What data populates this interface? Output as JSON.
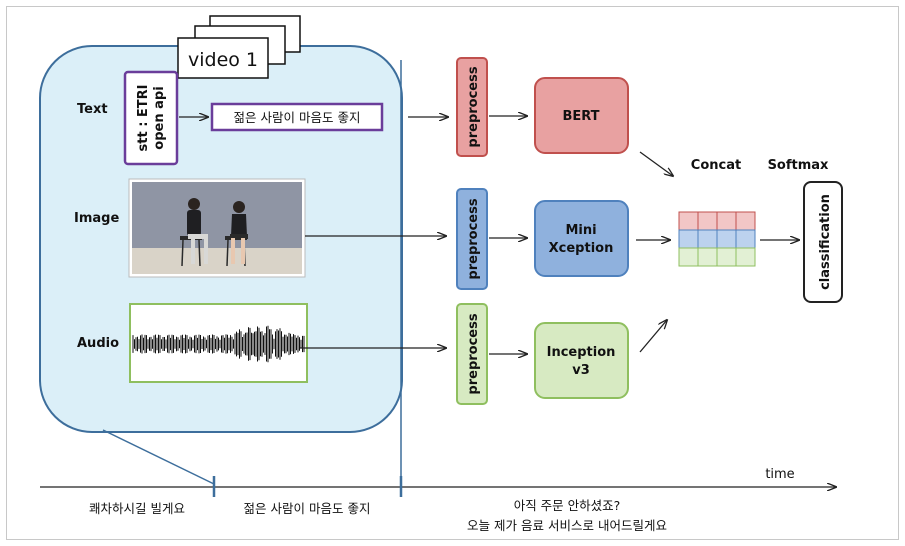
{
  "video_stack": {
    "label": "video 1"
  },
  "modalities": {
    "text": "Text",
    "image": "Image",
    "audio": "Audio"
  },
  "stt_box": {
    "line1": "stt : ETRI",
    "line2": "open api"
  },
  "transcript": "젊은 사람이 마음도 좋지",
  "preprocess": {
    "label": "preprocess"
  },
  "models": {
    "bert": "BERT",
    "xception_line1": "Mini",
    "xception_line2": "Xception",
    "inception_line1": "Inception",
    "inception_line2": "v3"
  },
  "concat_label": "Concat",
  "softmax_label": "Softmax",
  "classification_label": "classification",
  "timeline": {
    "axis_label": "time",
    "segment1": "쾌차하시길 빌게요",
    "segment2": "젊은 사람이 마음도 좋지",
    "segment3_line1": "아직 주문 안하셨죠?",
    "segment3_line2": "오늘 제가 음료 서비스로 내어드릴게요"
  },
  "colors": {
    "panel_fill": "#dbeff8",
    "panel_stroke": "#3d6e9c",
    "purple": "#6a3d9a",
    "red_fill": "#e8a1a1",
    "red_stroke": "#c0504d",
    "blue_fill": "#8fb1dd",
    "blue_stroke": "#4f81bd",
    "green_fill": "#d7eac2",
    "green_stroke": "#8fbf5f"
  }
}
